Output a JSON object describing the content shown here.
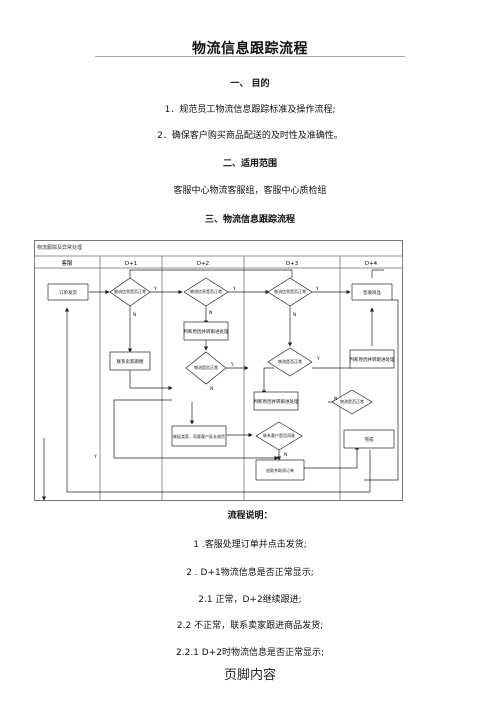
{
  "title": "物流信息跟踪流程",
  "sections": {
    "s1_heading": "一、 目的",
    "s1_p1": "1．规范员工物流信息跟踪标准及操作流程;",
    "s1_p2": "2．确保客户购买商品配送的及时性及准确性。",
    "s2_heading": "二、适用范围",
    "s2_p1": "客服中心物流客服组，客服中心质检组",
    "s3_heading": "三、物流信息跟踪流程"
  },
  "flowchart": {
    "header": "物流跟踪及异常处理",
    "lanes": [
      "客服",
      "D+1",
      "D+2",
      "D+3",
      "D+4"
    ],
    "boxes": {
      "order_ship": "订单发货",
      "contact_seller": "联系卖家跟催",
      "judge_d2": "判断原因并转跟进处理",
      "judge_d3": "判断原因并转跟进处理",
      "judge_d4": "判断原因并转跟进处理",
      "sign": "签收商品",
      "notify": "催促卖家，同意客户延长收货",
      "refund": "退款并取消订单",
      "done": "完成"
    },
    "diamonds": {
      "d1_normal": "物流信息是否正常",
      "d2_normal": "物流信息是否正常",
      "d3_normal": "物流信息是否正常",
      "d1b_normal": "物流是否正常",
      "d3b_normal": "物流是否正常",
      "d4_normal": "物流是否正常",
      "customer_accept": "联系客户是否同意"
    },
    "yes": "Y",
    "no": "N"
  },
  "flow_explain": {
    "heading": "流程说明：",
    "items": [
      "1 .客服处理订单并点击发货;",
      "2 . D+1物流信息是否正常显示;",
      "2.1  正常，D+2继续跟进;",
      "2.2  不正常，联系卖家跟进商品发货;",
      "2.2.1  D+2时物流信息是否正常显示;"
    ]
  },
  "footer": "页脚内容"
}
